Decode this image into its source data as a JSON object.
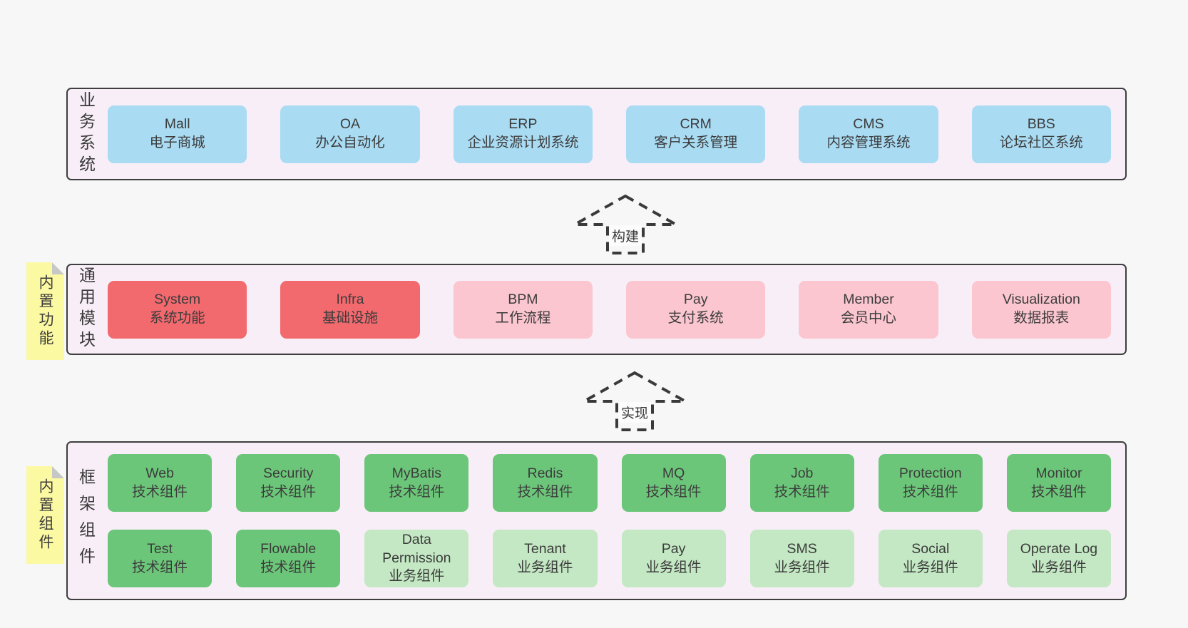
{
  "colors": {
    "page_bg": "#f7f7f7",
    "layer_bg": "#f8eef7",
    "layer_border": "#3e3e3e",
    "blue": "#a9dbf3",
    "red": "#f2696e",
    "pink": "#fbc6cf",
    "green": "#6cc679",
    "green_light": "#c3e8c3",
    "tag": "#fcf9a3",
    "tag_fold": "#c7c7c7",
    "text": "#3c3c3c",
    "arrow": "#3a3a3a",
    "arrow_label_bg": "#fcfcfc"
  },
  "arrows": [
    {
      "label": "构建"
    },
    {
      "label": "实现"
    }
  ],
  "layers": [
    {
      "label": "业务系统",
      "tag": null,
      "rows": [
        [
          {
            "name": "Mall",
            "desc": "电子商城",
            "variant": "blue"
          },
          {
            "name": "OA",
            "desc": "办公自动化",
            "variant": "blue"
          },
          {
            "name": "ERP",
            "desc": "企业资源计划系统",
            "variant": "blue"
          },
          {
            "name": "CRM",
            "desc": "客户关系管理",
            "variant": "blue"
          },
          {
            "name": "CMS",
            "desc": "内容管理系统",
            "variant": "blue"
          },
          {
            "name": "BBS",
            "desc": "论坛社区系统",
            "variant": "blue"
          }
        ]
      ]
    },
    {
      "label": "通用模块",
      "tag": "内置功能",
      "rows": [
        [
          {
            "name": "System",
            "desc": "系统功能",
            "variant": "red"
          },
          {
            "name": "Infra",
            "desc": "基础设施",
            "variant": "red"
          },
          {
            "name": "BPM",
            "desc": "工作流程",
            "variant": "pink"
          },
          {
            "name": "Pay",
            "desc": "支付系统",
            "variant": "pink"
          },
          {
            "name": "Member",
            "desc": "会员中心",
            "variant": "pink"
          },
          {
            "name": "Visualization",
            "desc": "数据报表",
            "variant": "pink"
          }
        ]
      ]
    },
    {
      "label": "框架组件",
      "tag": "内置组件",
      "rows": [
        [
          {
            "name": "Web",
            "desc": "技术组件",
            "variant": "green"
          },
          {
            "name": "Security",
            "desc": "技术组件",
            "variant": "green"
          },
          {
            "name": "MyBatis",
            "desc": "技术组件",
            "variant": "green"
          },
          {
            "name": "Redis",
            "desc": "技术组件",
            "variant": "green"
          },
          {
            "name": "MQ",
            "desc": "技术组件",
            "variant": "green"
          },
          {
            "name": "Job",
            "desc": "技术组件",
            "variant": "green"
          },
          {
            "name": "Protection",
            "desc": "技术组件",
            "variant": "green"
          },
          {
            "name": "Monitor",
            "desc": "技术组件",
            "variant": "green"
          }
        ],
        [
          {
            "name": "Test",
            "desc": "技术组件",
            "variant": "green"
          },
          {
            "name": "Flowable",
            "desc": "技术组件",
            "variant": "green"
          },
          {
            "name": "Data Permission",
            "desc": "业务组件",
            "variant": "green_light"
          },
          {
            "name": "Tenant",
            "desc": "业务组件",
            "variant": "green_light"
          },
          {
            "name": "Pay",
            "desc": "业务组件",
            "variant": "green_light"
          },
          {
            "name": "SMS",
            "desc": "业务组件",
            "variant": "green_light"
          },
          {
            "name": "Social",
            "desc": "业务组件",
            "variant": "green_light"
          },
          {
            "name": "Operate Log",
            "desc": "业务组件",
            "variant": "green_light"
          }
        ]
      ]
    }
  ]
}
